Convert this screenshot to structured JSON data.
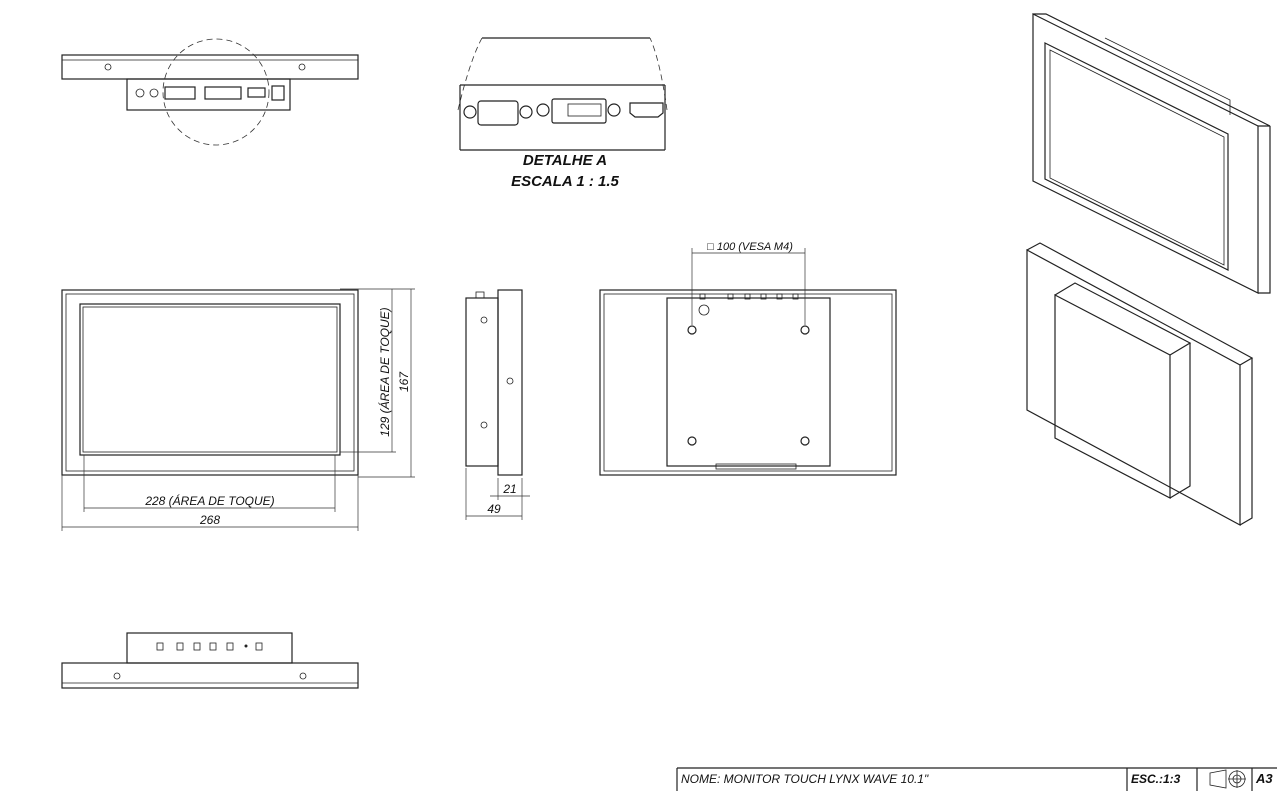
{
  "detail": {
    "title": "DETALHE A",
    "scale": "ESCALA 1 : 1.5"
  },
  "dimensions": {
    "touch_width": "228 (ÁREA DE TOQUE)",
    "overall_width": "268",
    "touch_height": "129 (ÁREA DE TOQUE)",
    "overall_height": "167",
    "bezel_depth": "21",
    "total_depth": "49",
    "vesa": "□ 100 (VESA M4)"
  },
  "title_block": {
    "name": "NOME: MONITOR TOUCH LYNX WAVE 10.1\"",
    "scale": "ESC.:1:3",
    "projection_icon": "first-angle-projection-icon",
    "sheet": "A3"
  }
}
